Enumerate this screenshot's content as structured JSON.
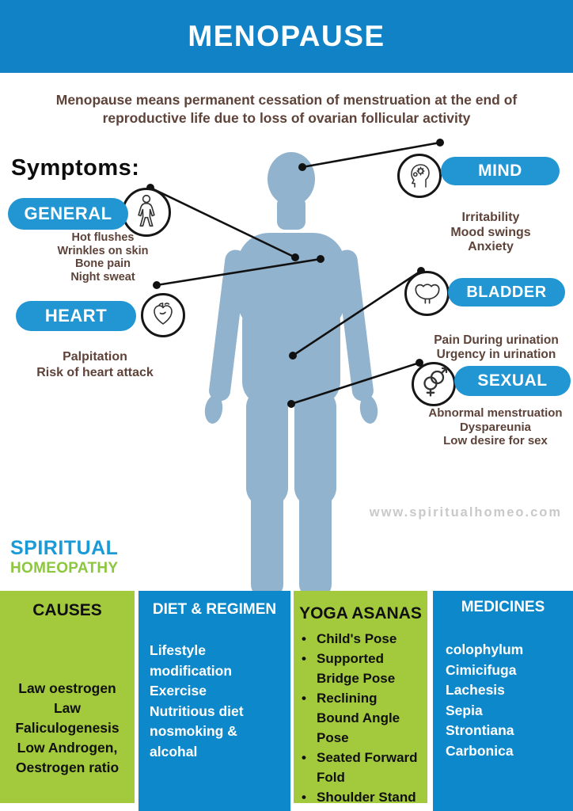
{
  "title": "MENOPAUSE",
  "subtitle": "Menopause means permanent cessation of menstruation at the end of reproductive life due to loss of ovarian follicular activity",
  "symptoms_heading": "Symptoms:",
  "symptom_groups": [
    {
      "label": "GENERAL",
      "icon": "human-body-icon",
      "items": [
        "Hot  flushes",
        "Wrinkles on skin",
        "Bone pain",
        "Night sweat"
      ]
    },
    {
      "label": "HEART",
      "icon": "heart-icon",
      "items": [
        "Palpitation",
        "Risk of heart attack"
      ]
    },
    {
      "label": "MIND",
      "icon": "mind-gears-icon",
      "items": [
        "Irritability",
        "Mood swings",
        "Anxiety"
      ]
    },
    {
      "label": "BLADDER",
      "icon": "bladder-icon",
      "items": [
        "Pain During urination",
        "Urgency in urination"
      ]
    },
    {
      "label": "SEXUAL",
      "icon": "gender-symbols-icon",
      "items": [
        "Abnormal menstruation",
        "Dyspareunia",
        "Low desire for sex"
      ]
    }
  ],
  "watermark": "www.spiritualhomeo.com",
  "logo": {
    "line1": "SPIRITUAL",
    "line2": "HOMEOPATHY"
  },
  "bottom_sections": [
    {
      "title": "CAUSES",
      "items": [
        "Law oestrogen",
        "Law Faliculogenesis",
        "Low Androgen, Oestrogen ratio"
      ]
    },
    {
      "title": "DIET & REGIMEN",
      "items": [
        "Lifestyle modification",
        "Exercise",
        "Nutritious diet",
        "nosmoking & alcohal"
      ]
    },
    {
      "title": "YOGA ASANAS",
      "items": [
        "Child's Pose",
        "Supported Bridge Pose",
        "Reclining Bound Angle Pose",
        "Seated Forward Fold",
        "Shoulder Stand"
      ]
    },
    {
      "title": "MEDICINES",
      "items": [
        "colophylum",
        "Cimicifuga",
        "Lachesis",
        "Sepia",
        "Strontiana Carbonica"
      ]
    }
  ],
  "colors": {
    "banner_blue": "#1182c6",
    "pill_blue": "#2196d3",
    "panel_blue": "#0d88ca",
    "panel_green": "#a3c93c",
    "text_brown": "#5d4339",
    "body_silhouette": "#92b3ce",
    "logo_blue": "#1a9bd7",
    "logo_green": "#8dc63f",
    "watermark_gray": "#c9c9c9"
  }
}
